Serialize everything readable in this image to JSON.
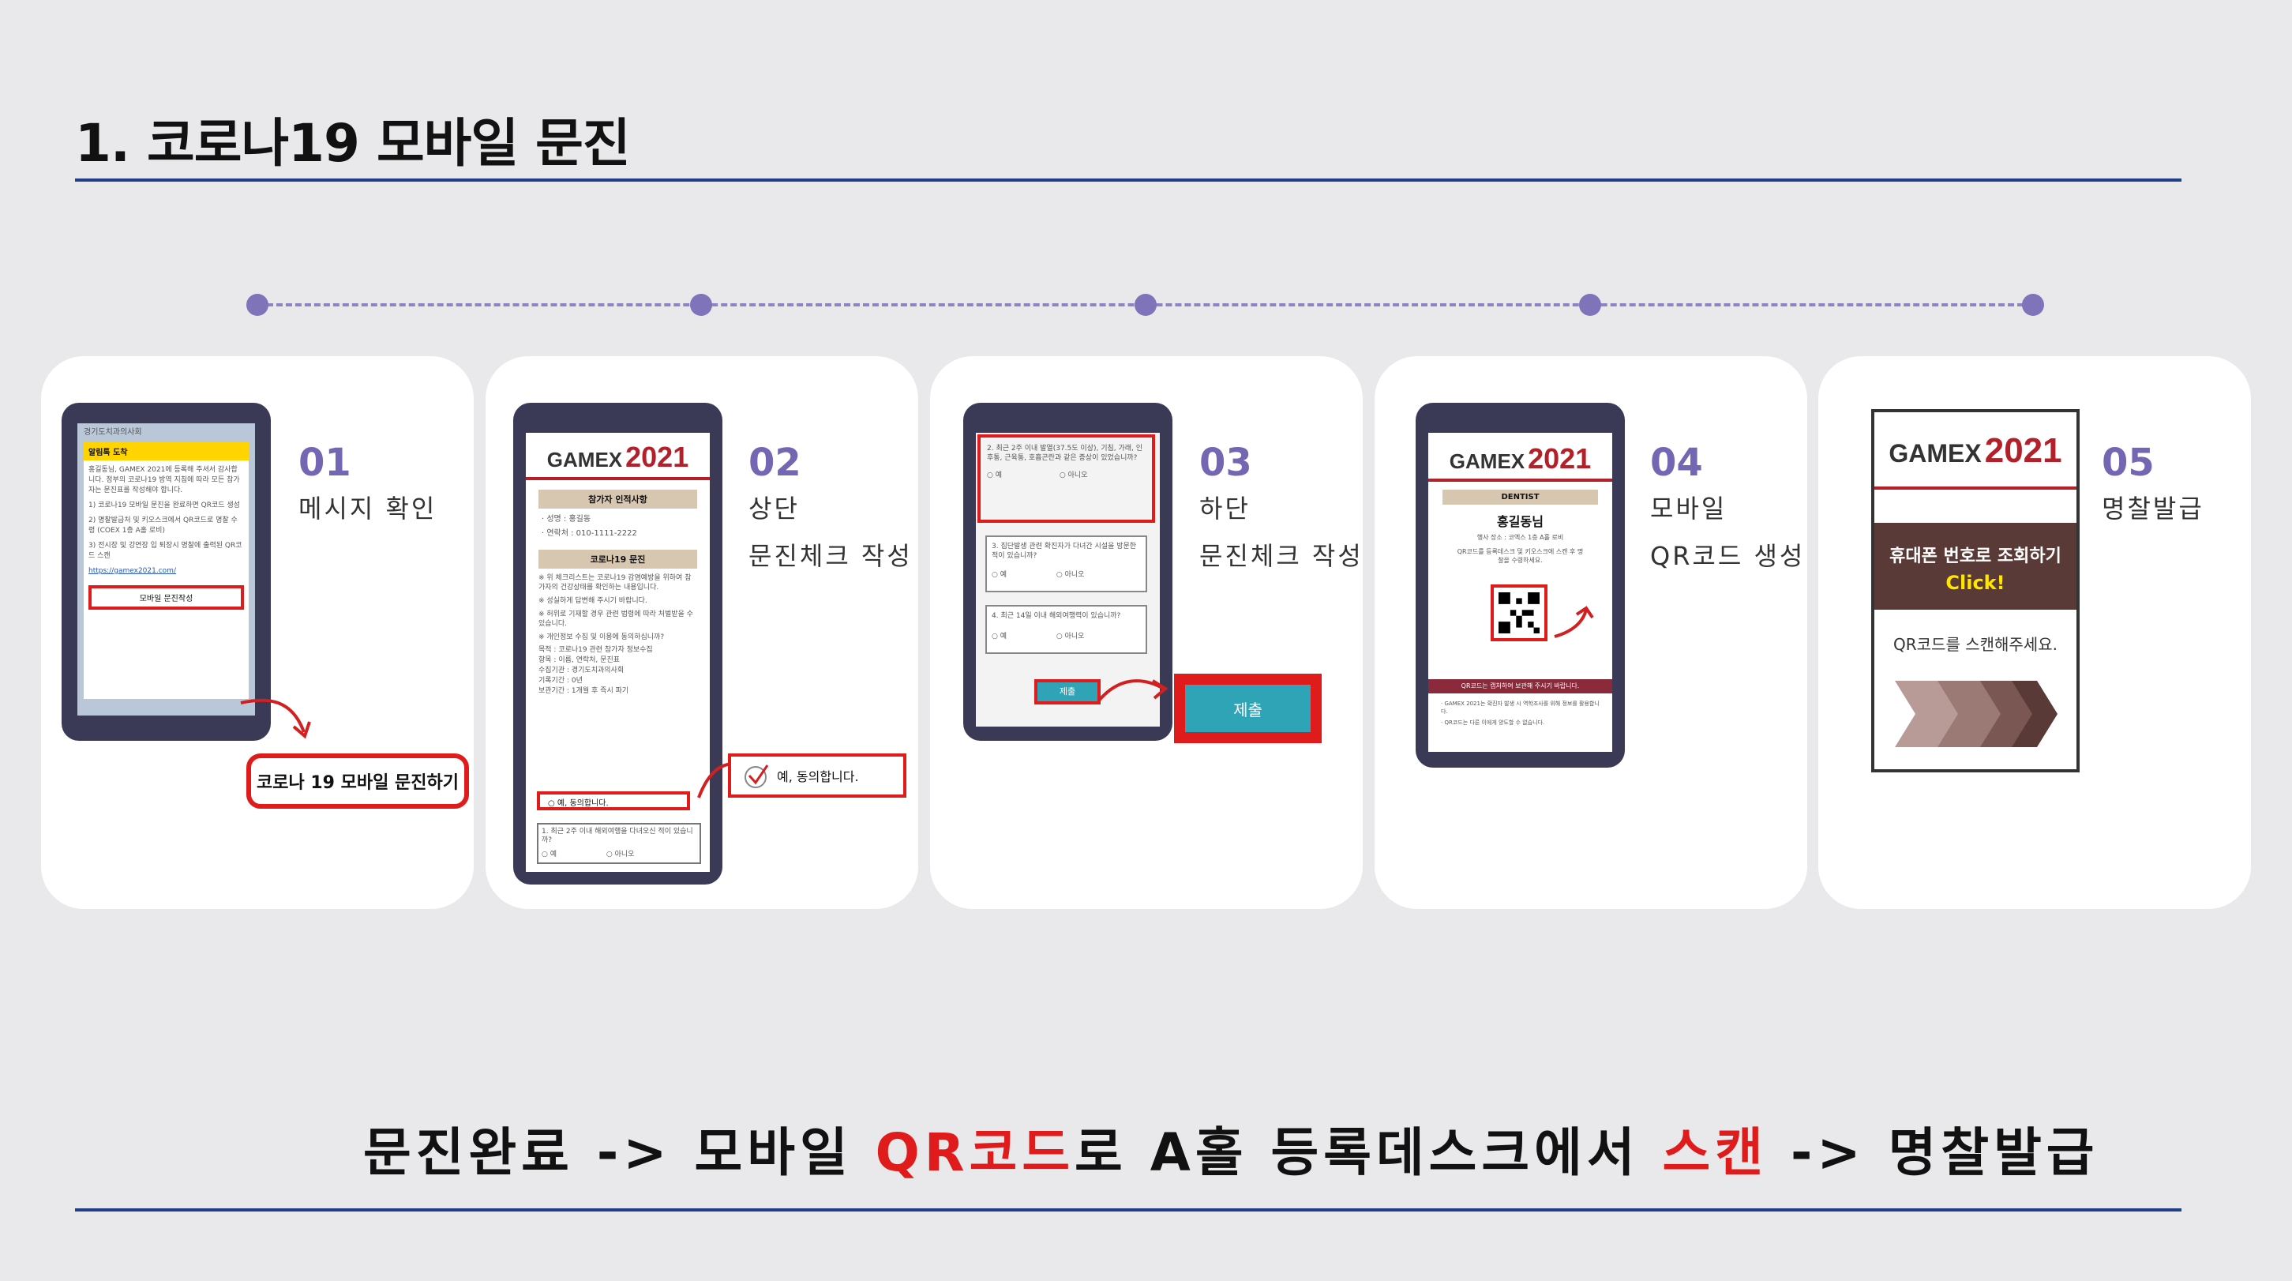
{
  "page": {
    "title": "1. 코로나19 모바일 문진"
  },
  "steps": [
    {
      "num": "01",
      "line1": "메시지 확인",
      "line2": ""
    },
    {
      "num": "02",
      "line1": "상단",
      "line2": "문진체크 작성"
    },
    {
      "num": "03",
      "line1": "하단",
      "line2": "문진체크 작성"
    },
    {
      "num": "04",
      "line1": "모바일",
      "line2": "QR코드 생성"
    },
    {
      "num": "05",
      "line1": "명찰발급",
      "line2": ""
    }
  ],
  "phone1": {
    "sender": "경기도치과의사회",
    "alert": "알림톡 도착",
    "body": "홍길동님, GAMEX 2021에 등록해 주셔서 감사합니다. 정부의 코로나19 방역 지침에 따라 모든 참가자는 문진표를 작성해야 합니다.",
    "item1": "1) 코로나19 모바일 문진을 완료하면 QR코드 생성",
    "item2": "2) 명찰발급처 및 키오스크에서 QR코드로 명찰 수령 (COEX 1층 A홀 로비)",
    "item3": "3) 전시장 및 강연장 입 퇴장시 명찰에 출력된 QR코드 스캔",
    "link": "https://gamex2021.com/",
    "button": "모바일 문진작성"
  },
  "callout1": "코로나 19 모바일 문진하기",
  "phone2": {
    "logo_a": "GAMEX",
    "logo_b": "2021",
    "section1": "참가자 인적사항",
    "name": "· 성명 : 홍길동",
    "phone": "· 연락처 : 010-1111-2222",
    "section2": "코로나19 문진",
    "notes": [
      "※ 위 체크리스트는 코로나19 감염예방을 위하여 참가자의 건강상태를 확인하는 내용입니다.",
      "※ 성실하게 답변해 주시기 바랍니다.",
      "※ 허위로 기재할 경우 관련 법령에 따라 처벌받을 수 있습니다.",
      "※ 개인정보 수집 및 이용에 동의하십니까?"
    ],
    "bullets": [
      "목적 : 코로나19 관련 참가자 정보수집",
      "항목 : 이름, 연락처, 문진표",
      "수집기관 : 경기도치과의사회",
      "기록기간 : 0년",
      "보관기간 : 1개월 후 즉시 파기"
    ],
    "agree": "예, 동의합니다.",
    "q1": "1. 최근 2주 이내 해외여행을 다녀오신 적이 있습니까?",
    "yes": "예",
    "no": "아니오"
  },
  "callout2": "예, 동의합니다.",
  "phone3": {
    "q2": "2. 최근 2주 이내 발열(37.5도 이상), 기침, 가래, 인후통, 근육통, 호흡곤란과 같은 증상이 있었습니까?",
    "q3": "3. 집단발생 관련 확진자가 다녀간 시설을 방문한 적이 있습니까?",
    "q4": "4. 최근 14일 이내 해외여행력이 있습니까?",
    "yes": "예",
    "no": "아니오",
    "submit": "제출"
  },
  "callout3": "제출",
  "phone4": {
    "logo_a": "GAMEX",
    "logo_b": "2021",
    "role": "DENTIST",
    "name": "홍길동님",
    "venue": "행사 장소 : 코엑스 1층 A홀 로비",
    "guide": "QR코드를 등록데스크 및 키오스크에 스캔 후 명찰을 수령하세요.",
    "notice": "QR코드는 캡처하여 보관해 주시기 바랍니다.",
    "foot1": "· GAMEX 2021는 확진자 발생 시 역학조사를 위해 정보를 활용합니다.",
    "foot2": "· QR코드는 다른 이에게 양도할 수 없습니다."
  },
  "kiosk": {
    "logo_a": "GAMEX",
    "logo_b": "2021",
    "lookup": "휴대폰 번호로 조회하기",
    "click": "Click!",
    "scan": "QR코드를 스캔해주세요."
  },
  "bottom": {
    "part1": "문진완료 -> 모바일 ",
    "qr": "QR코드",
    "part2": "로 A홀 등록데스크에서 ",
    "scan": "스캔",
    "part3": " -> 명찰발급"
  },
  "colors": {
    "accent": "#7466b3",
    "rule": "#1f3f86",
    "red": "#e01b1b",
    "kiosk": "#5a3a37"
  }
}
